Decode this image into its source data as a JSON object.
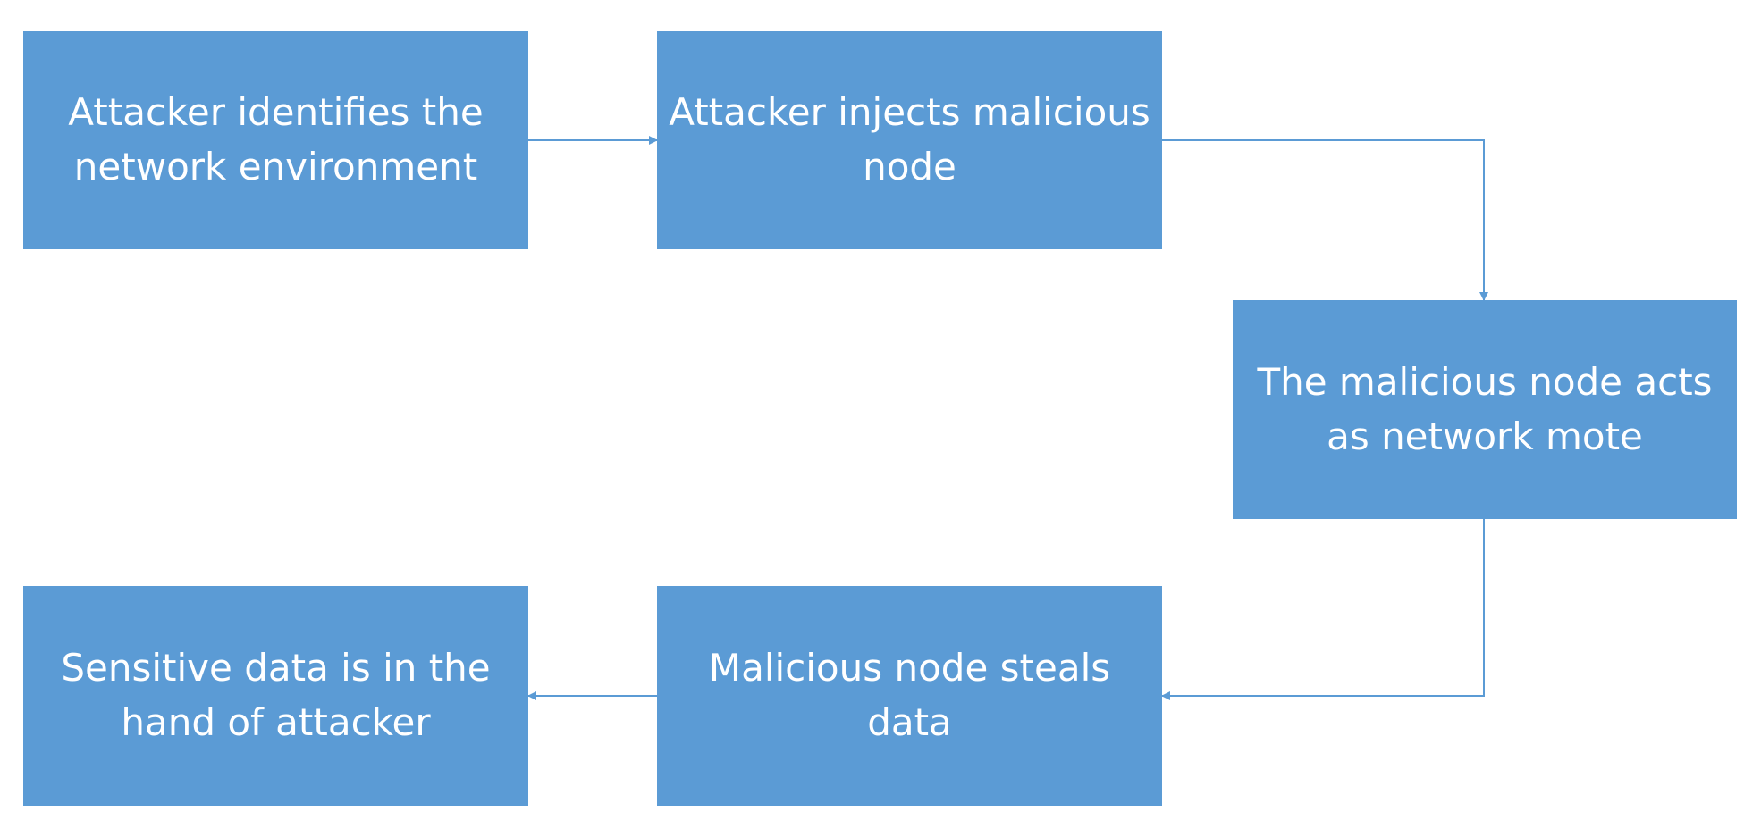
{
  "diagram": {
    "nodes": [
      {
        "id": "identify",
        "label": "Attacker identifies the network environment"
      },
      {
        "id": "inject",
        "label": "Attacker injects malicious node"
      },
      {
        "id": "acts",
        "label": "The malicious node acts as network mote"
      },
      {
        "id": "steals",
        "label": "Malicious node steals data"
      },
      {
        "id": "result",
        "label": "Sensitive data is in the hand of attacker"
      }
    ],
    "edges": [
      {
        "from": "identify",
        "to": "inject"
      },
      {
        "from": "inject",
        "to": "acts"
      },
      {
        "from": "acts",
        "to": "steals"
      },
      {
        "from": "steals",
        "to": "result"
      }
    ],
    "colors": {
      "node_fill": "#5b9bd5",
      "node_text": "#ffffff",
      "connector": "#5b9bd5"
    }
  }
}
